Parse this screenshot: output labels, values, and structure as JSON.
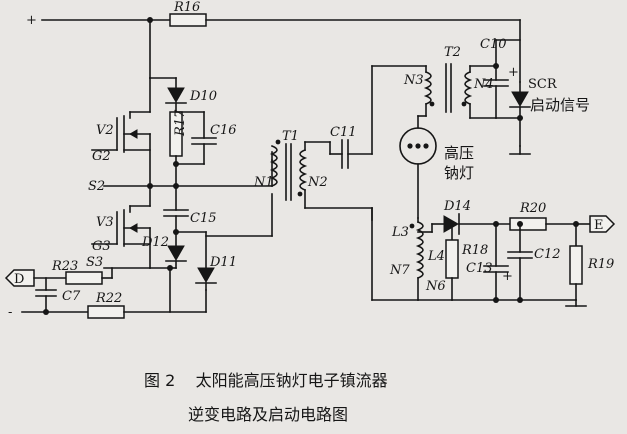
{
  "labels": {
    "R16": "R16",
    "D10": "D10",
    "R17": "R17",
    "C16": "C16",
    "V2": "V2",
    "G2": "G2",
    "S2": "S2",
    "V3": "V3",
    "G3": "G3",
    "C15": "C15",
    "D12": "D12",
    "D11": "D11",
    "S3": "S3",
    "R23": "R23",
    "C7": "C7",
    "R22": "R22",
    "T1": "T1",
    "N1": "N1",
    "N2": "N2",
    "C11": "C11",
    "T2": "T2",
    "N3": "N3",
    "N4": "N4",
    "C10": "C10",
    "SCR": "SCR",
    "scr_signal": "启动信号",
    "lamp": "高压\n钠灯",
    "L3": "L3",
    "N7": "N7",
    "L4": "L4",
    "N6": "N6",
    "D14": "D14",
    "R20": "R20",
    "R18": "R18",
    "C13": "C13",
    "C12": "C12",
    "R19": "R19",
    "plus": "+",
    "minus": "-",
    "polarity": "+",
    "port_D": "D",
    "port_E": "E"
  },
  "caption": {
    "line1": "图 2    太阳能高压钠灯电子镇流器",
    "line2": "逆变电路及启动电路图"
  }
}
